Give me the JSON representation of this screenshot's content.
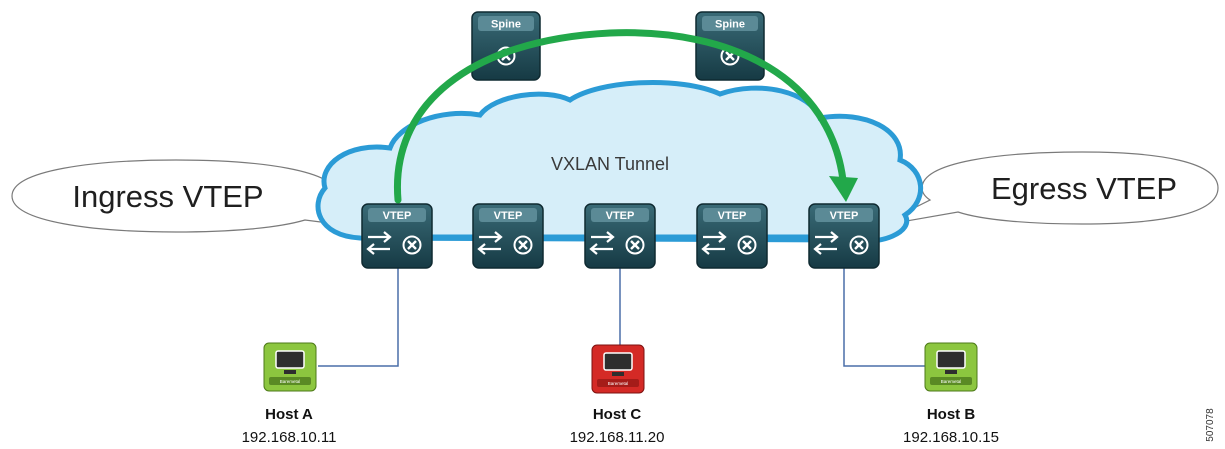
{
  "callouts": {
    "ingress": "Ingress VTEP",
    "egress": "Egress VTEP"
  },
  "tunnel_label": "VXLAN Tunnel",
  "spines": [
    {
      "label": "Spine"
    },
    {
      "label": "Spine"
    }
  ],
  "vteps": [
    {
      "label": "VTEP"
    },
    {
      "label": "VTEP"
    },
    {
      "label": "VTEP"
    },
    {
      "label": "VTEP"
    },
    {
      "label": "VTEP"
    }
  ],
  "hosts": [
    {
      "name": "Host A",
      "ip": "192.168.10.11",
      "tag": "Baremetal",
      "color": "#8cc63f"
    },
    {
      "name": "Host C",
      "ip": "192.168.11.20",
      "tag": "Baremetal",
      "color": "#d42a26"
    },
    {
      "name": "Host B",
      "ip": "192.168.10.15",
      "tag": "Baremetal",
      "color": "#8cc63f"
    }
  ],
  "figure_id": "507078",
  "colors": {
    "device": "#1f4b57",
    "cloud_fill": "#d6eef9",
    "cloud_stroke": "#2b9bd6",
    "arrow": "#22a84a",
    "link": "#4a6ea9"
  }
}
